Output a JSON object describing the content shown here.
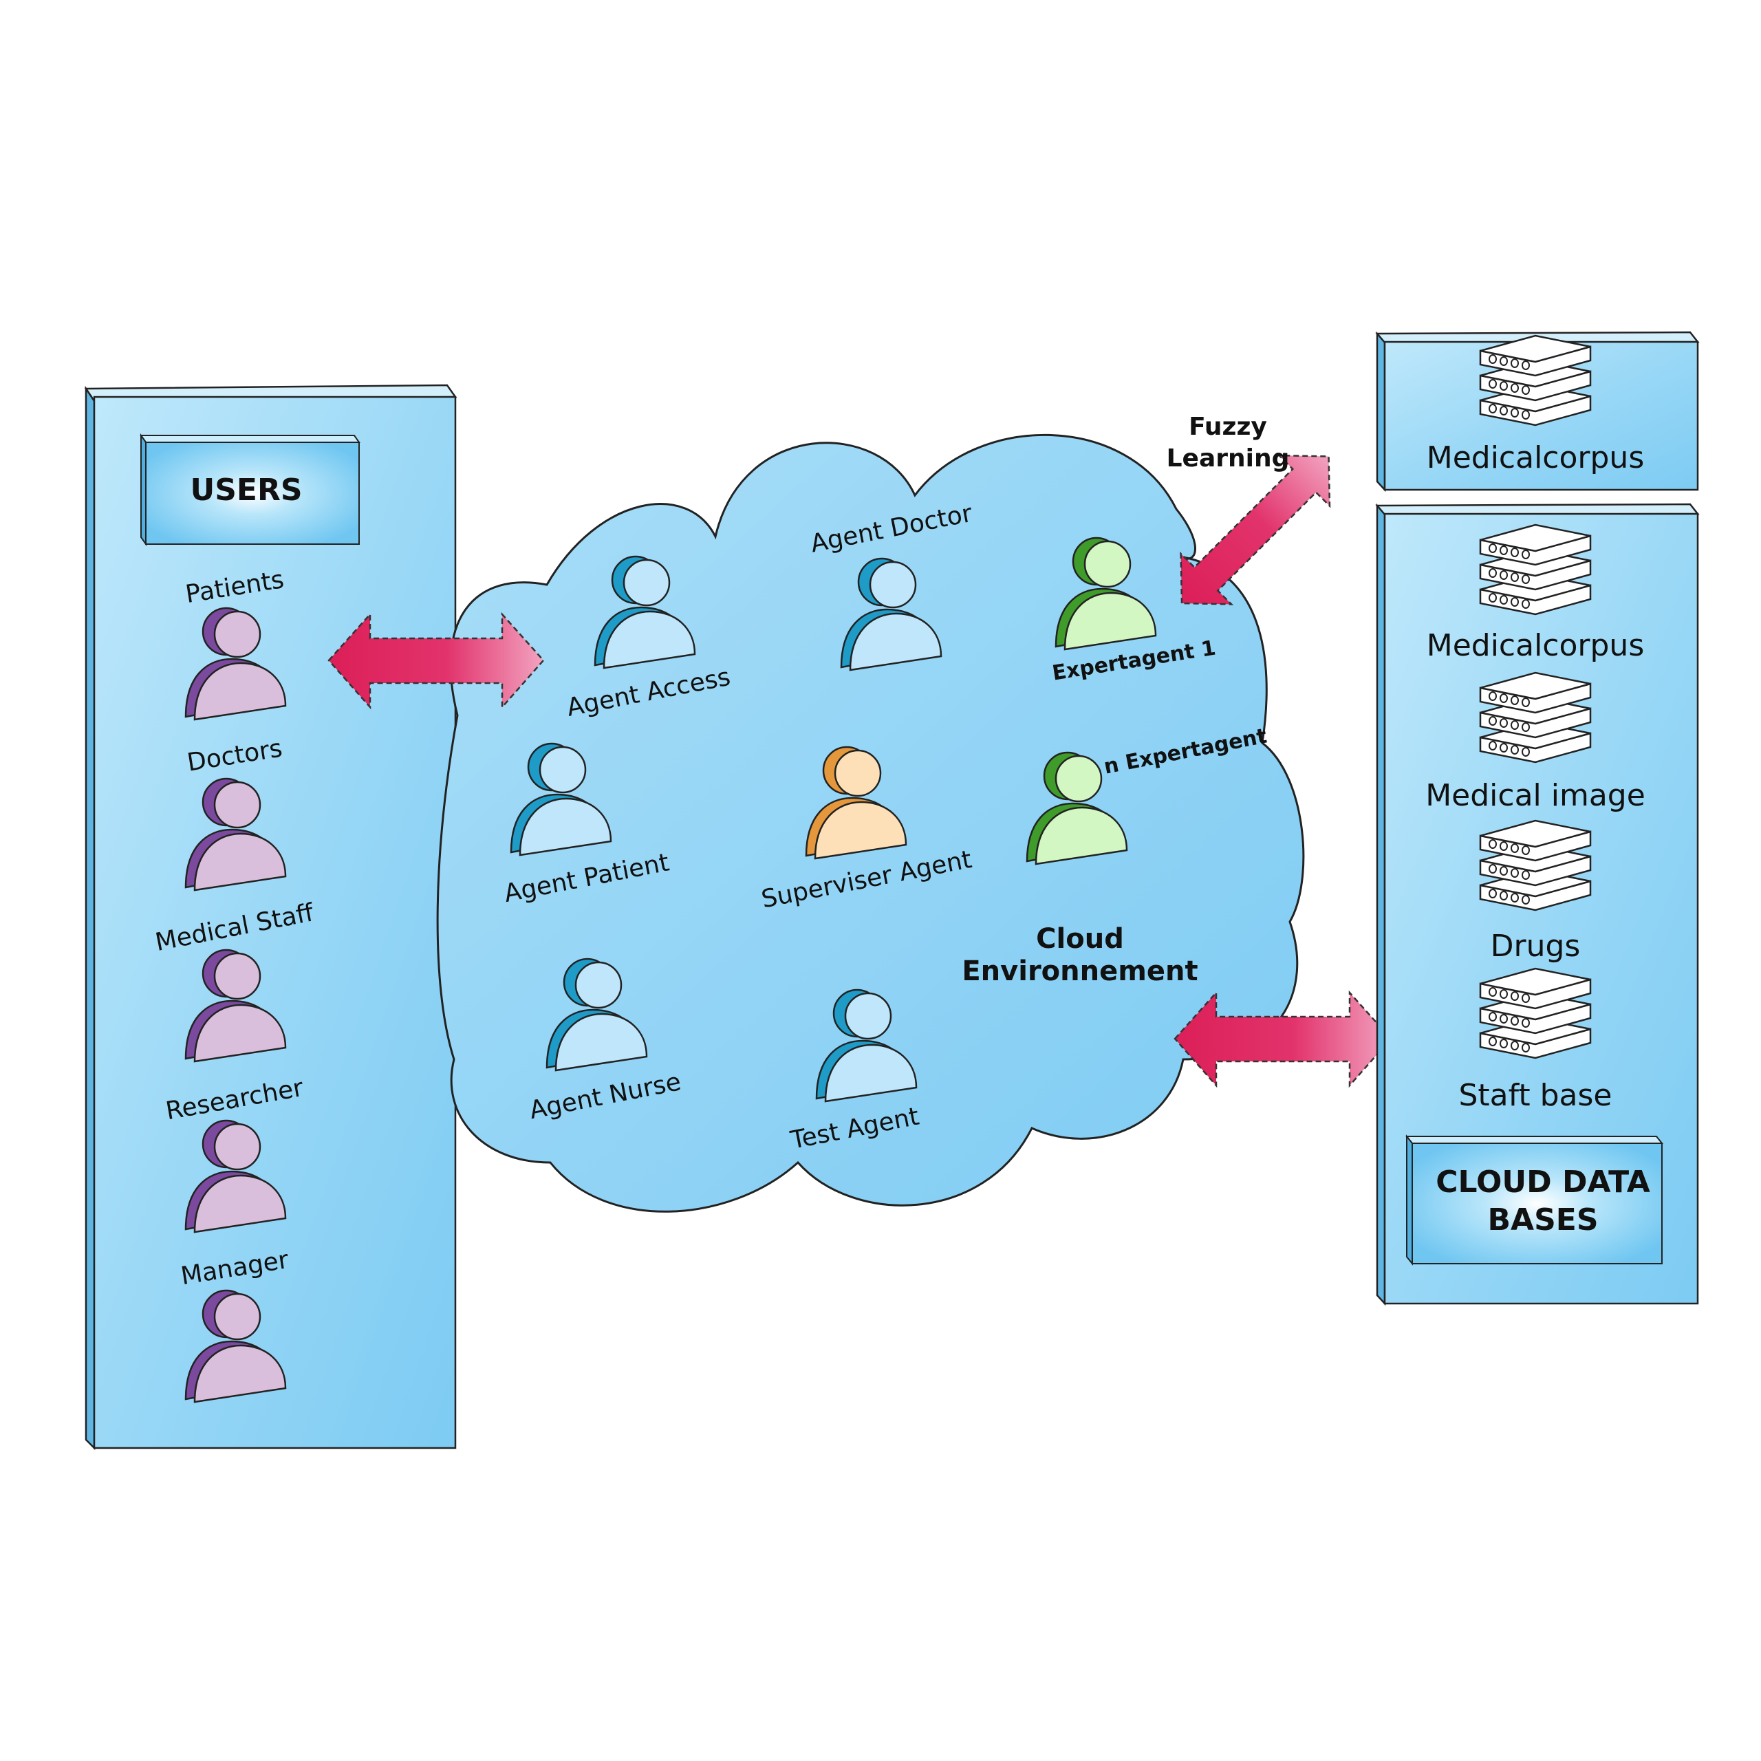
{
  "users_panel": {
    "header": "USERS",
    "users": [
      {
        "label": "Patients"
      },
      {
        "label": "Doctors"
      },
      {
        "label": "Medical Staff"
      },
      {
        "label": "Researcher"
      },
      {
        "label": "Manager"
      }
    ]
  },
  "cloud": {
    "title_line1": "Cloud",
    "title_line2": "Environnement",
    "agents": [
      {
        "id": "access",
        "label": "Agent Access",
        "kind": "agent"
      },
      {
        "id": "doctor",
        "label": "Agent Doctor",
        "kind": "agent"
      },
      {
        "id": "expert1",
        "label": "Expertagent 1",
        "kind": "expert"
      },
      {
        "id": "patient",
        "label": "Agent Patient",
        "kind": "agent"
      },
      {
        "id": "supervisor",
        "label": "Superviser Agent",
        "kind": "supervisor"
      },
      {
        "id": "expertn",
        "label": "n Expertagent",
        "kind": "expert"
      },
      {
        "id": "nurse",
        "label": "Agent Nurse",
        "kind": "agent"
      },
      {
        "id": "test",
        "label": "Test Agent",
        "kind": "agent"
      }
    ]
  },
  "fuzzy": {
    "line1": "Fuzzy",
    "line2": "Learning"
  },
  "top_store": {
    "label": "Medicalcorpus"
  },
  "databases_panel": {
    "items": [
      {
        "label": "Medicalcorpus"
      },
      {
        "label": "Medical image"
      },
      {
        "label": "Drugs"
      },
      {
        "label": "Staft base"
      }
    ],
    "footer_line1": "CLOUD DATA",
    "footer_line2": "BASES"
  },
  "colors": {
    "panel": "#8fd3f4",
    "cloud": "#8fd0f2",
    "arrow": "#e0245e",
    "user_body": "#d9bfdc",
    "user_shade": "#7b4a9e",
    "agent_body": "#bfe6fb",
    "agent_shade": "#1f9bc8",
    "expert_body": "#d3f7c2",
    "expert_shade": "#3f9b2a",
    "supervisor_body": "#fde0b8",
    "supervisor_shade": "#e5973c"
  },
  "icons": [
    "person-icon",
    "server-stack-icon",
    "double-arrow-icon"
  ]
}
